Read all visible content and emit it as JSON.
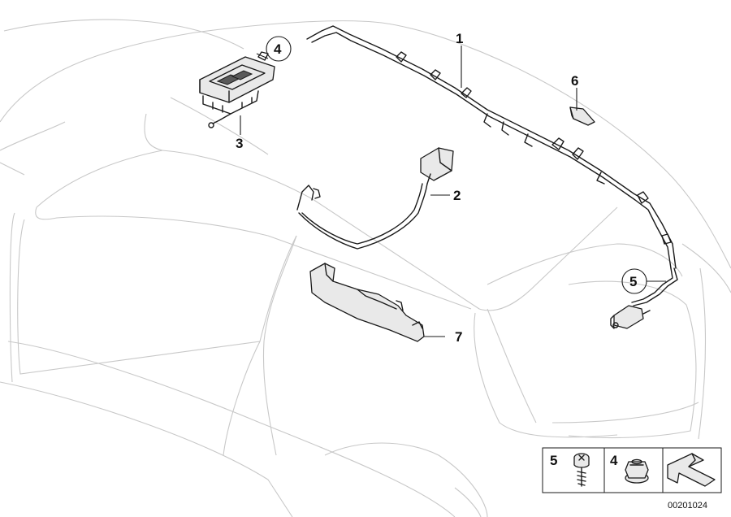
{
  "diagram": {
    "callouts": [
      {
        "id": "1",
        "label": "1"
      },
      {
        "id": "2",
        "label": "2"
      },
      {
        "id": "3",
        "label": "3"
      },
      {
        "id": "4",
        "label": "4"
      },
      {
        "id": "5",
        "label": "5"
      },
      {
        "id": "6",
        "label": "6"
      },
      {
        "id": "7",
        "label": "7"
      }
    ],
    "legend": {
      "items": [
        {
          "label": "5",
          "icon": "screw-icon"
        },
        {
          "label": "4",
          "icon": "nut-icon"
        },
        {
          "label": "",
          "icon": "direction-arrow-icon"
        }
      ]
    },
    "reference_number": "00201024",
    "colors": {
      "line": "#1a1a1a",
      "ghost": "#c8c8c8",
      "background": "#ffffff"
    }
  }
}
